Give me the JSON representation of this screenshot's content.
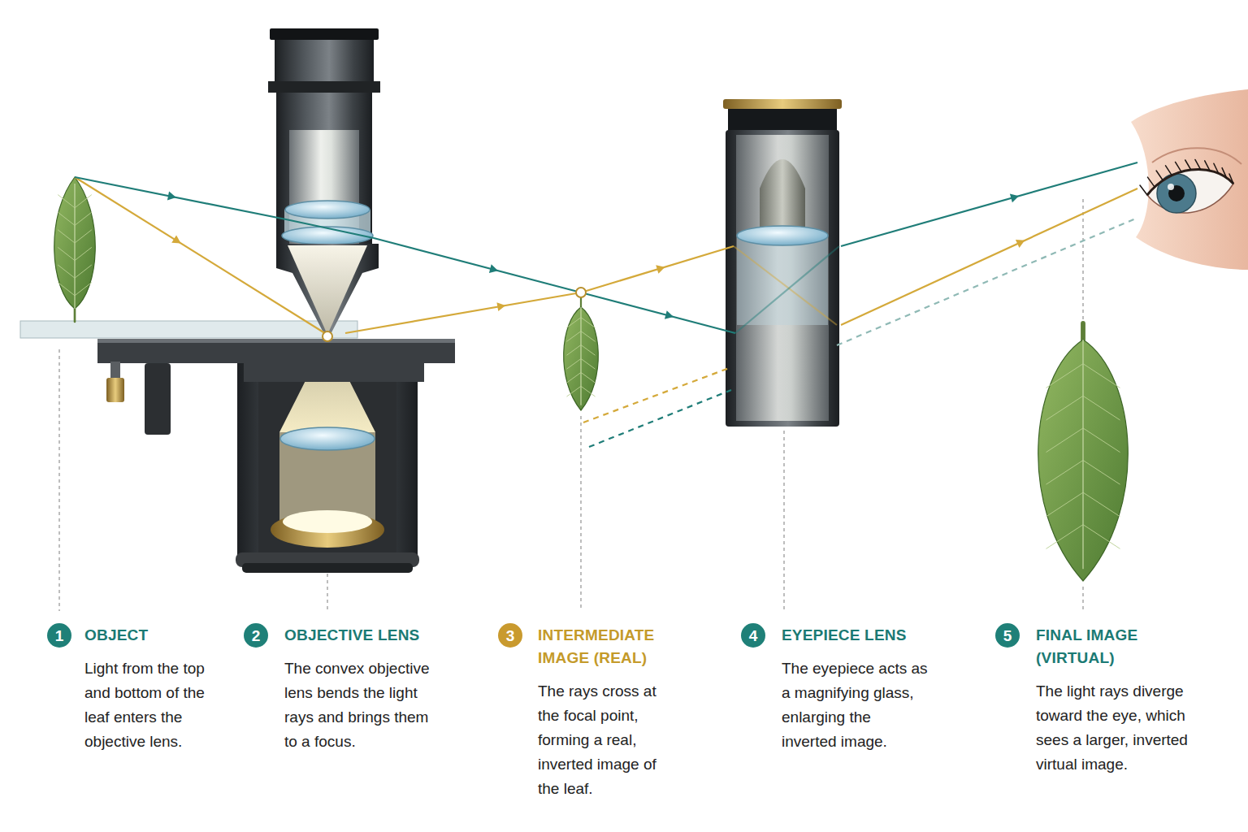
{
  "diagram": {
    "nodes": [
      {
        "text": [
          "1"
        ]
      },
      {
        "text": [
          "2"
        ]
      },
      {
        "text": [
          "3"
        ]
      },
      {
        "text": [
          "4"
        ]
      },
      {
        "text": [
          "5"
        ]
      }
    ],
    "labels": [
      "OBJECT",
      "Light from the top and bottom of the leaf enters the objective lens.",
      "OBJECTIVE LENS",
      "The convex objective lens bends the light rays and brings them to a focus.",
      "INTERMEDIATE IMAGE (REAL)",
      "The rays cross at the focal point, forming a real, inverted image of the leaf.",
      "EYEPIECE LENS",
      "The eyepiece acts as a magnifying glass, enlarging the inverted image.",
      "FINAL IMAGE (VIRTUAL)",
      "The light rays diverge toward the eye, which sees a larger, inverted virtual image."
    ]
  }
}
